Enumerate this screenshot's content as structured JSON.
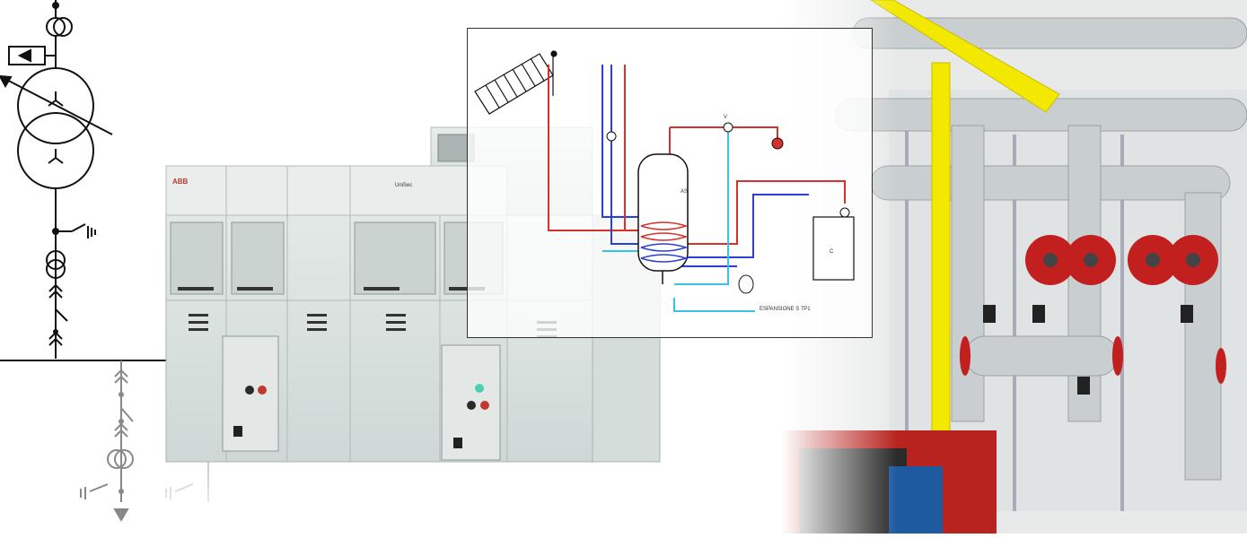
{
  "switchgear": {
    "brand": "ABB",
    "model": "UniSec"
  },
  "schematic": {
    "label_c": "C",
    "label_tank": "AS",
    "label_valve": "V",
    "note": "ESPANSIONE S 7P1"
  },
  "colors": {
    "pipe_hot": "#d6312b",
    "pipe_cold": "#2b3fd6",
    "pipe_aux": "#36c6df",
    "cabinet": "#dce4e2",
    "gas_pipe": "#f2e800",
    "insulated_pipe": "#c9ced0",
    "pump": "#c21f1f"
  }
}
